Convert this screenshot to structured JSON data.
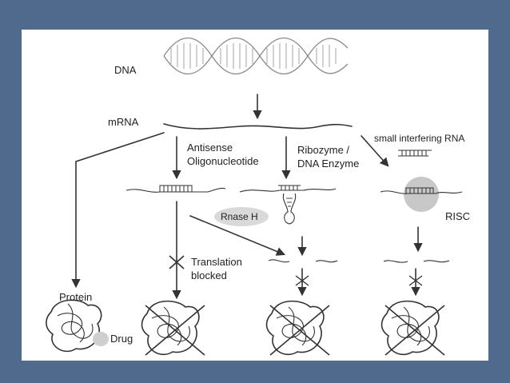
{
  "labels": {
    "dna": "DNA",
    "mrna": "mRNA",
    "antisense_line1": "Antisense",
    "antisense_line2": "Oligonucleotide",
    "ribozyme_line1": "Ribozyme /",
    "ribozyme_line2": "DNA Enzyme",
    "sirna": "small interfering RNA",
    "rnase_h": "Rnase H",
    "risc": "RISC",
    "translation_line1": "Translation",
    "translation_line2": "blocked",
    "protein": "Protein",
    "drug": "Drug"
  },
  "colors": {
    "background": "#4f6a8c",
    "panel": "#ffffff",
    "ink": "#333333",
    "rnase_bubble": "#d9d9d9",
    "risc_bubble": "#c8c8c8"
  }
}
